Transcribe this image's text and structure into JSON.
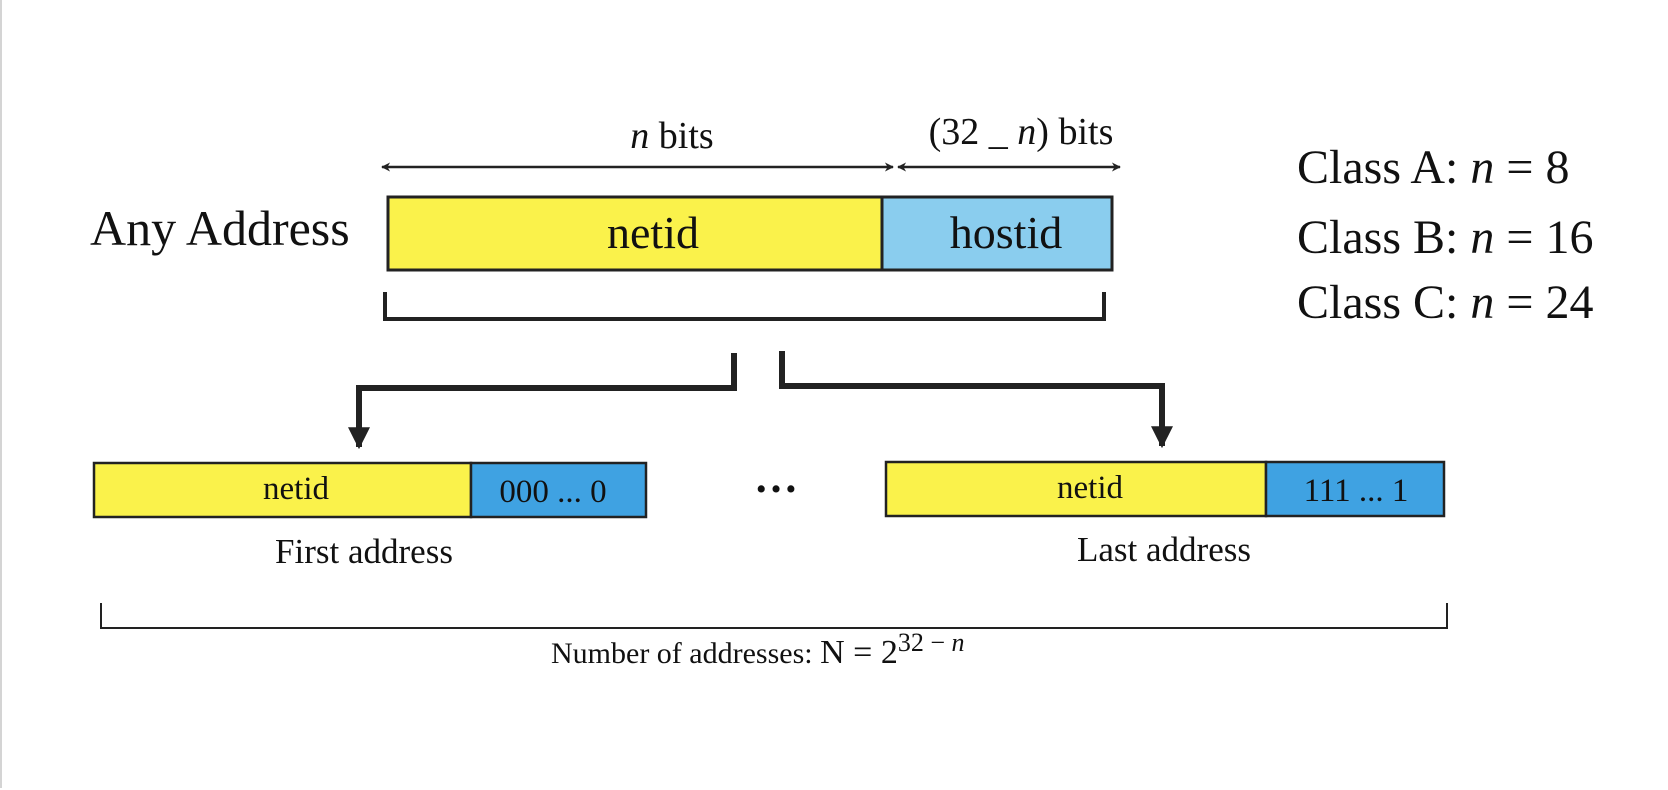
{
  "colors": {
    "netid_fill": "#FAF24B",
    "hostid_fill": "#8ACDEE",
    "host_small_fill": "#3FA2E2",
    "stroke": "#222222"
  },
  "any_address": {
    "label": "Any Address",
    "netid": "netid",
    "hostid": "hostid",
    "n_bits": {
      "var": "n",
      "text": " bits"
    },
    "host_bits": {
      "open": "(32 _ ",
      "var": "n",
      "close": ") bits"
    }
  },
  "classes": [
    {
      "label": "Class A: ",
      "var": "n",
      "value": " = 8"
    },
    {
      "label": "Class B: ",
      "var": "n",
      "value": " = 16"
    },
    {
      "label": "Class C: ",
      "var": "n",
      "value": " = 24"
    }
  ],
  "first_address": {
    "netid": "netid",
    "hostid": "000 ... 0",
    "caption": "First address"
  },
  "ellipsis": "…",
  "last_address": {
    "netid": "netid",
    "hostid": "111 ... 1",
    "caption": "Last address"
  },
  "address_count": {
    "text": "Number of addresses: ",
    "formula": "N = 2",
    "exponent": "32 − ",
    "exponent_var": "n"
  }
}
